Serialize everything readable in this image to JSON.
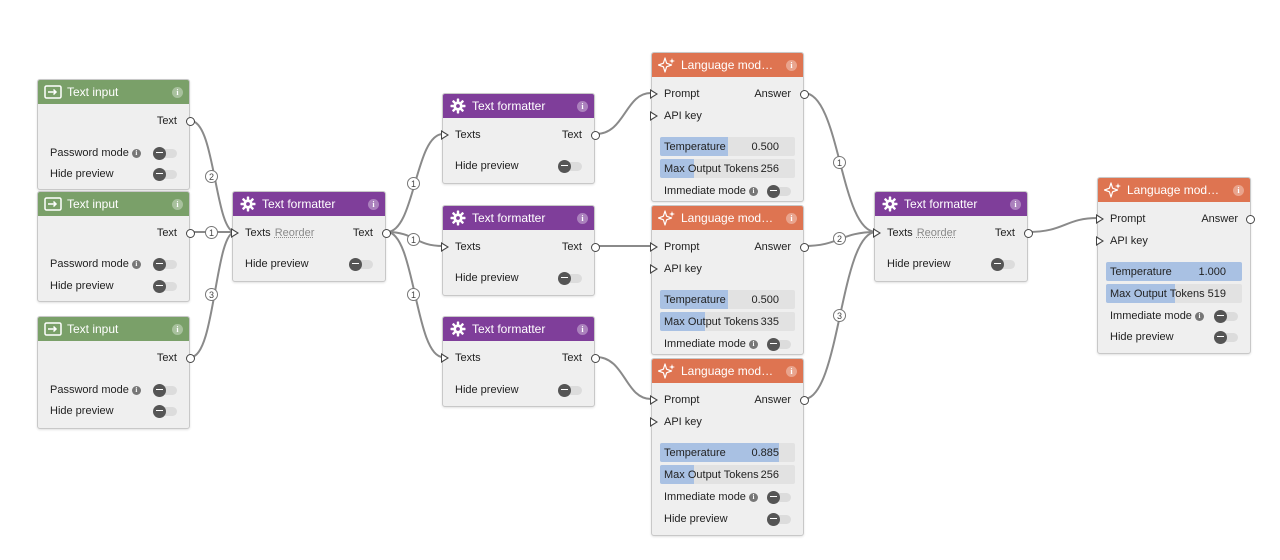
{
  "labels": {
    "text": "Text",
    "texts": "Texts",
    "reorder": "Reorder",
    "password_mode": "Password mode",
    "hide_preview": "Hide preview",
    "prompt": "Prompt",
    "api_key": "API key",
    "answer": "Answer",
    "immediate_mode": "Immediate mode",
    "temperature": "Temperature",
    "max_output_tokens": "Max Output Tokens",
    "info": "i"
  },
  "nodes": {
    "text_input_1": {
      "title": "Text input",
      "color": "#7aa069",
      "icon": "input-icon"
    },
    "text_input_2": {
      "title": "Text input",
      "color": "#7aa069",
      "icon": "input-icon"
    },
    "text_input_3": {
      "title": "Text input",
      "color": "#7aa069",
      "icon": "input-icon"
    },
    "formatter_1": {
      "title": "Text formatter",
      "color": "#7f3e9a",
      "icon": "gear-icon"
    },
    "formatter_2": {
      "title": "Text formatter",
      "color": "#7f3e9a",
      "icon": "gear-icon"
    },
    "formatter_3": {
      "title": "Text formatter",
      "color": "#7f3e9a",
      "icon": "gear-icon"
    },
    "formatter_4": {
      "title": "Text formatter",
      "color": "#7f3e9a",
      "icon": "gear-icon"
    },
    "formatter_5": {
      "title": "Text formatter",
      "color": "#7f3e9a",
      "icon": "gear-icon"
    },
    "llm_1": {
      "title": "Language mod…",
      "color": "#de7451",
      "icon": "sparkle-icon",
      "temperature": "0.500",
      "temperature_fraction": 0.5,
      "max_tokens": "256",
      "max_tokens_fraction": 0.25
    },
    "llm_2": {
      "title": "Language mod…",
      "color": "#de7451",
      "icon": "sparkle-icon",
      "temperature": "0.500",
      "temperature_fraction": 0.5,
      "max_tokens": "335",
      "max_tokens_fraction": 0.33
    },
    "llm_3": {
      "title": "Language mod…",
      "color": "#de7451",
      "icon": "sparkle-icon",
      "temperature": "0.885",
      "temperature_fraction": 0.885,
      "max_tokens": "256",
      "max_tokens_fraction": 0.25
    },
    "llm_4": {
      "title": "Language mod…",
      "color": "#de7451",
      "icon": "sparkle-icon",
      "temperature": "1.000",
      "temperature_fraction": 1.0,
      "max_tokens": "519",
      "max_tokens_fraction": 0.51
    }
  },
  "edge_badges": [
    "2",
    "1",
    "3",
    "1",
    "1",
    "1",
    "1",
    "2",
    "3"
  ],
  "colors": {
    "wire": "#888888",
    "input_header": "#7aa069",
    "formatter_header": "#7f3e9a",
    "model_header": "#de7451",
    "slider_fill": "#a9c1e3"
  }
}
